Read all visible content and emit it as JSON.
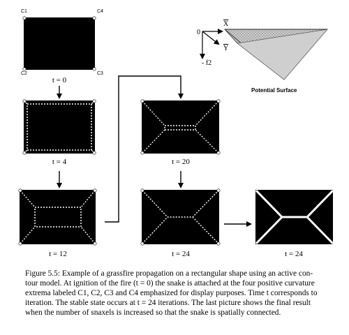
{
  "panels": {
    "t0": {
      "label": "t = 0",
      "corners": [
        "C1",
        "C4",
        "C2",
        "C3"
      ]
    },
    "t4": {
      "label": "t = 4"
    },
    "t12": {
      "label": "t = 12"
    },
    "t20": {
      "label": "t = 20"
    },
    "t24": {
      "label": "t = 24"
    },
    "final": {
      "label": "t = 24"
    }
  },
  "potential_surface": {
    "origin_label": "0",
    "x_label": "X",
    "y_label": "Y",
    "f_label": "- f2",
    "caption": "Potential Surface"
  },
  "caption": {
    "lines": [
      "Figure 5.5: Example of a grassfire propagation on a rectangular shape using an active con-",
      "tour model. At ignition of the fire (t = 0) the snake is attached at the four positive curvature",
      "extrema labeled C1, C2, C3 and C4 emphasized for display purposes. Time t corresponds to",
      "iteration. The stable state occurs at t = 24 iterations. The last picture shows the final result",
      "when the number of snaxels is increased so that the snake is spatially connected."
    ]
  }
}
